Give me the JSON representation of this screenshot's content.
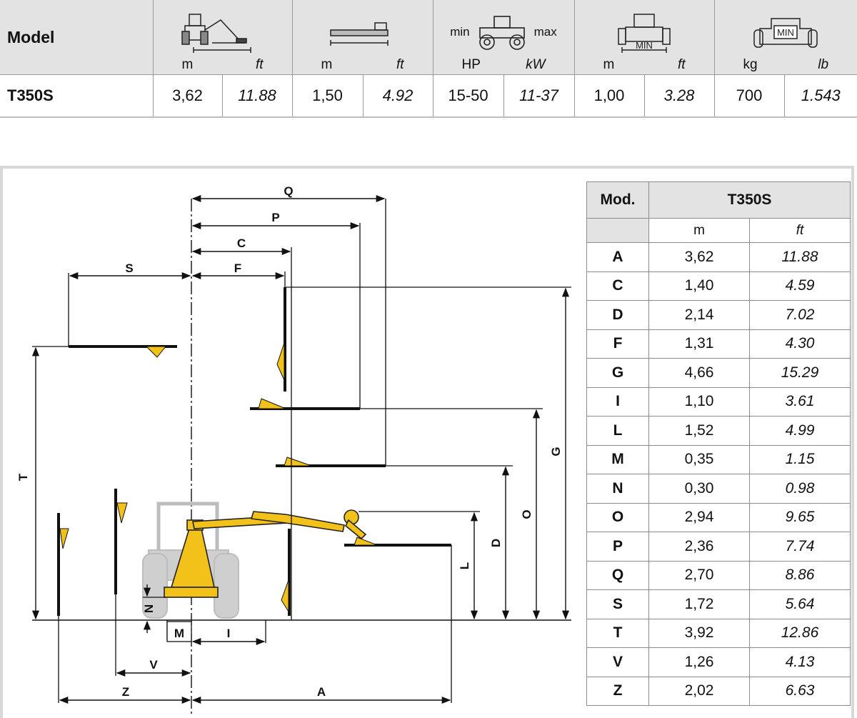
{
  "spec_table": {
    "model_header": "Model",
    "columns": [
      {
        "unit_metric": "m",
        "unit_imperial": "ft",
        "icon": "tractor-reach-icon"
      },
      {
        "unit_metric": "m",
        "unit_imperial": "ft",
        "icon": "cutting-width-icon"
      },
      {
        "unit_metric": "HP",
        "unit_imperial": "kW",
        "icon": "tractor-power-icon",
        "min_label": "min",
        "max_label": "max"
      },
      {
        "unit_metric": "m",
        "unit_imperial": "ft",
        "icon": "track-width-icon",
        "min_label": "MIN"
      },
      {
        "unit_metric": "kg",
        "unit_imperial": "lb",
        "icon": "tractor-weight-icon",
        "min_label": "MIN"
      }
    ],
    "row": {
      "model": "T350S",
      "values": [
        "3,62",
        "11.88",
        "1,50",
        "4.92",
        "15-50",
        "11-37",
        "1,00",
        "3.28",
        "700",
        "1.543"
      ]
    }
  },
  "diagram_labels": {
    "Q": "Q",
    "P": "P",
    "C": "C",
    "F": "F",
    "S": "S",
    "T": "T",
    "G": "G",
    "O": "O",
    "D": "D",
    "L": "L",
    "N": "N",
    "M": "M",
    "I": "I",
    "V": "V",
    "Z": "Z",
    "A": "A"
  },
  "dimension_table": {
    "mod_header": "Mod.",
    "model_header": "T350S",
    "unit_metric": "m",
    "unit_imperial": "ft",
    "rows": [
      {
        "label": "A",
        "m": "3,62",
        "ft": "11.88"
      },
      {
        "label": "C",
        "m": "1,40",
        "ft": "4.59"
      },
      {
        "label": "D",
        "m": "2,14",
        "ft": "7.02"
      },
      {
        "label": "F",
        "m": "1,31",
        "ft": "4.30"
      },
      {
        "label": "G",
        "m": "4,66",
        "ft": "15.29"
      },
      {
        "label": "I",
        "m": "1,10",
        "ft": "3.61"
      },
      {
        "label": "L",
        "m": "1,52",
        "ft": "4.99"
      },
      {
        "label": "M",
        "m": "0,35",
        "ft": "1.15"
      },
      {
        "label": "N",
        "m": "0,30",
        "ft": "0.98"
      },
      {
        "label": "O",
        "m": "2,94",
        "ft": "9.65"
      },
      {
        "label": "P",
        "m": "2,36",
        "ft": "7.74"
      },
      {
        "label": "Q",
        "m": "2,70",
        "ft": "8.86"
      },
      {
        "label": "S",
        "m": "1,72",
        "ft": "5.64"
      },
      {
        "label": "T",
        "m": "3,92",
        "ft": "12.86"
      },
      {
        "label": "V",
        "m": "1,26",
        "ft": "4.13"
      },
      {
        "label": "Z",
        "m": "2,02",
        "ft": "6.63"
      }
    ]
  },
  "colors": {
    "header_bg": "#e3e3e3",
    "machine_yellow": "#f2c21b",
    "tractor_grey": "#c8c8c8",
    "line": "#111111"
  }
}
